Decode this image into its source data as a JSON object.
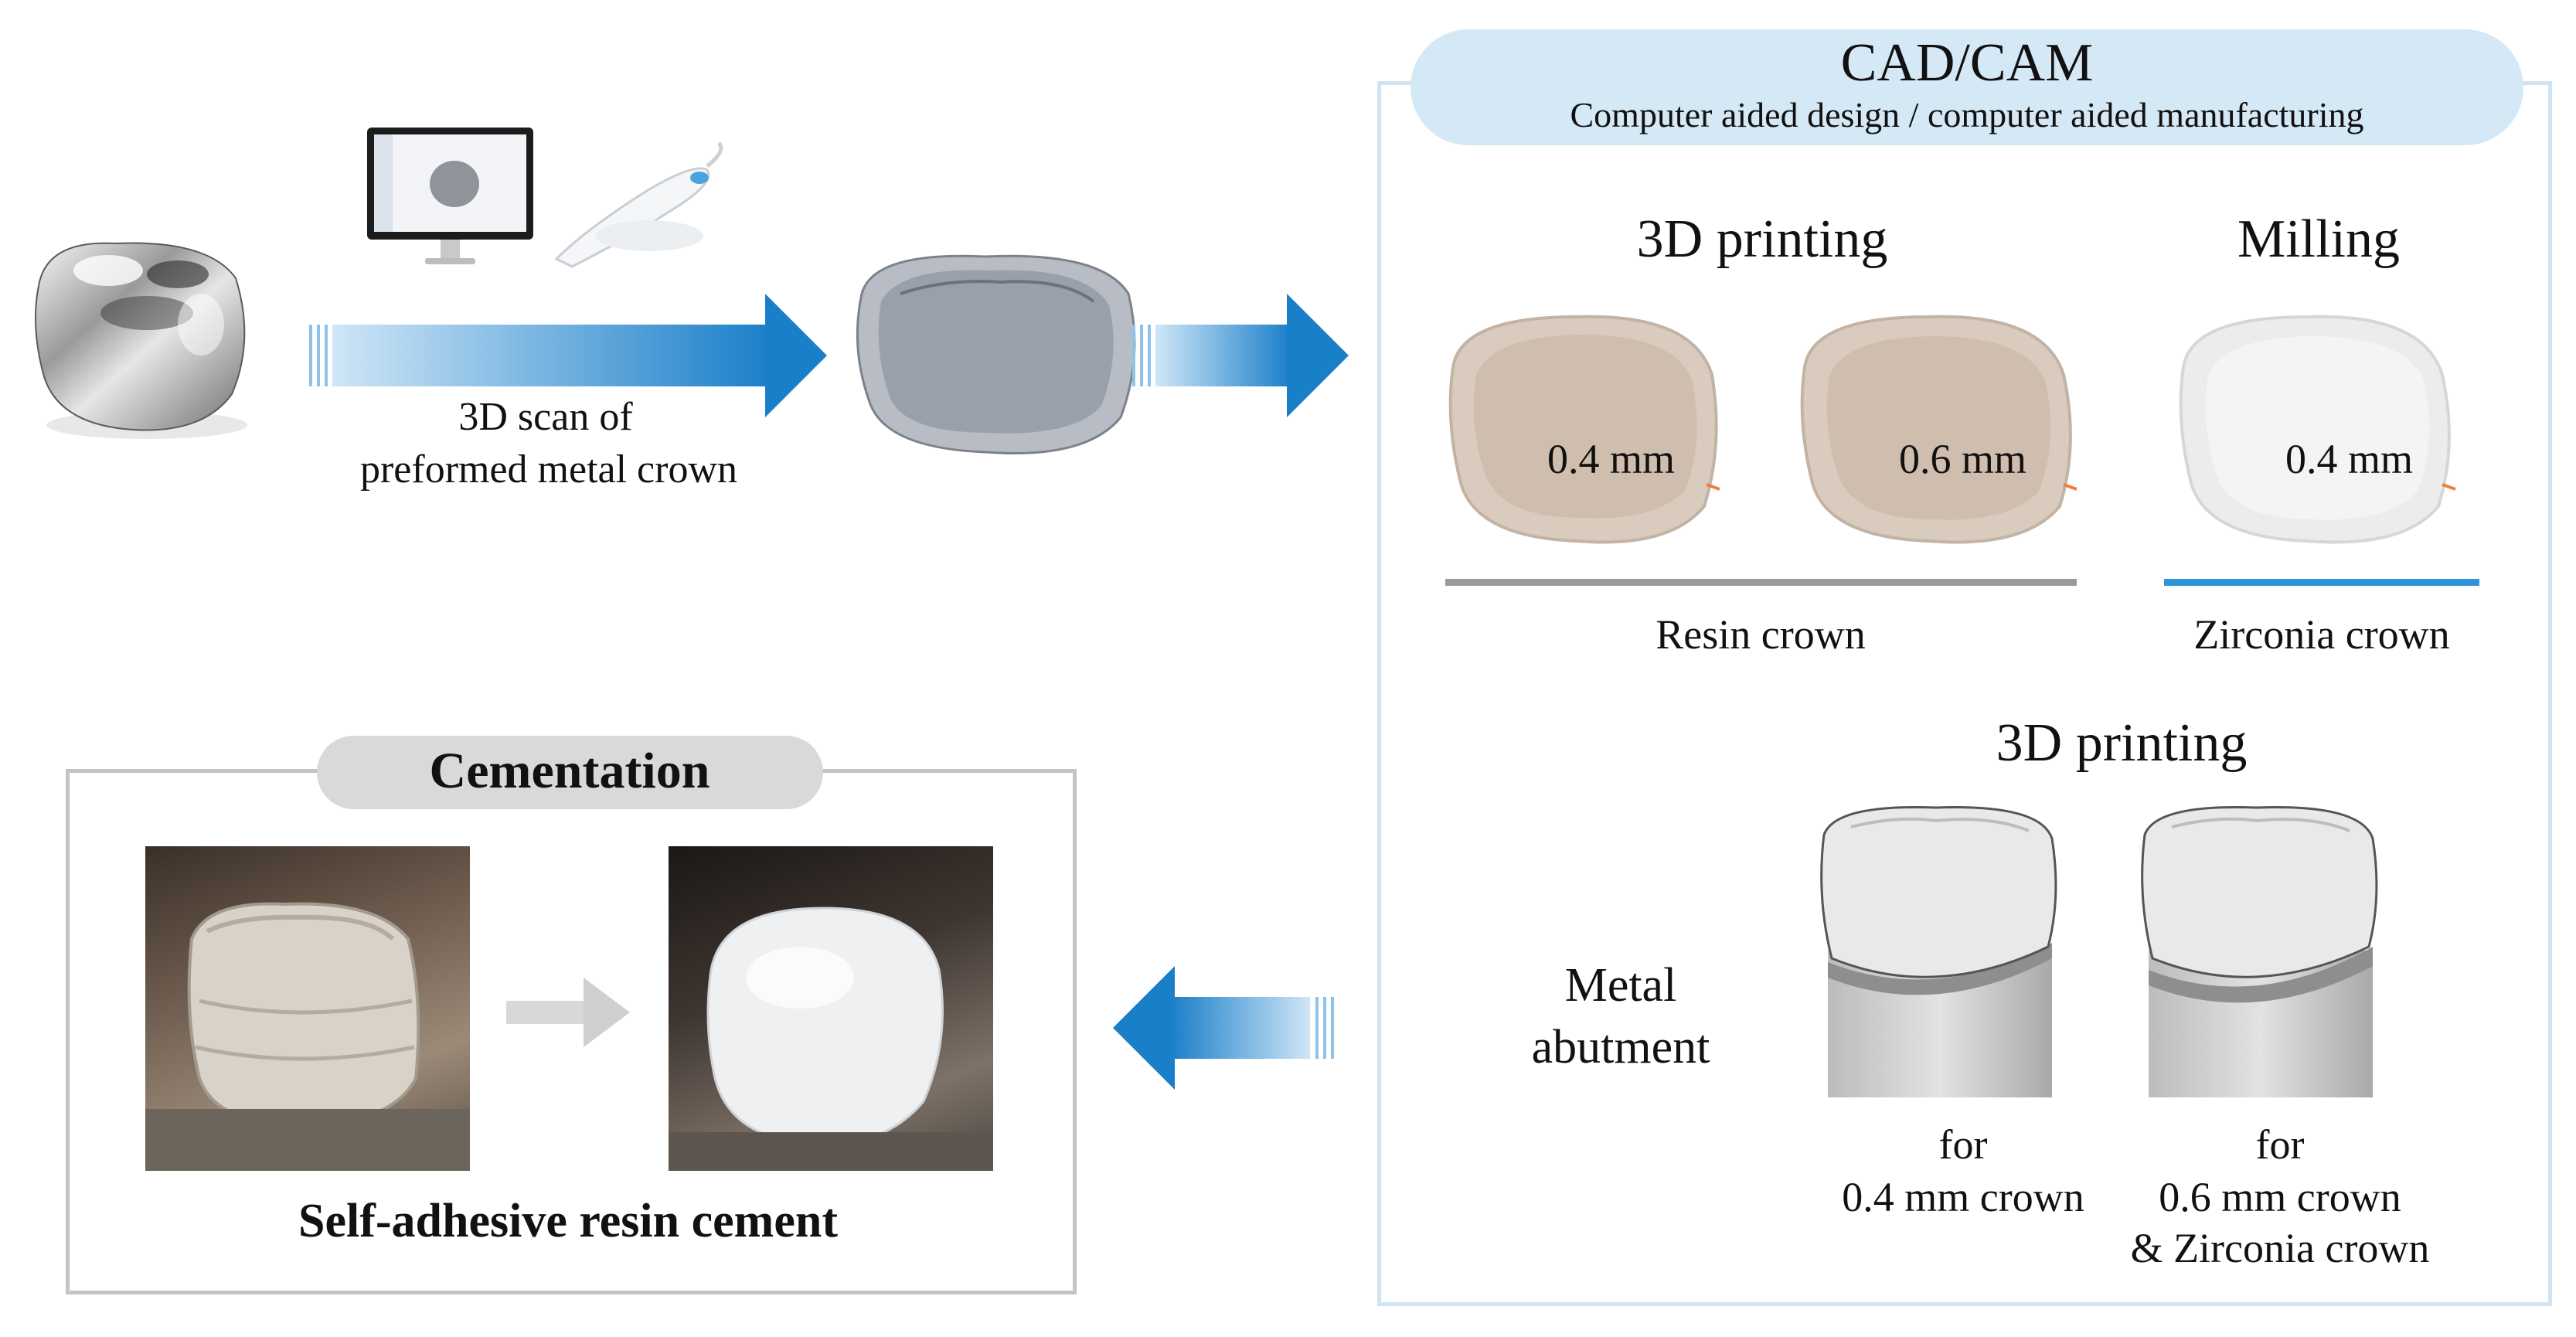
{
  "scan": {
    "caption_line1": "3D scan of",
    "caption_line2": "preformed metal crown"
  },
  "cadcam": {
    "title": "CAD/CAM",
    "subtitle": "Computer aided design / computer aided manufacturing",
    "printing_heading": "3D printing",
    "milling_heading": "Milling",
    "crowns": [
      {
        "thickness": "0.4 mm",
        "tint": "#d9cbbd"
      },
      {
        "thickness": "0.6 mm",
        "tint": "#d9cbbd"
      },
      {
        "thickness": "0.4 mm",
        "tint": "#ececec"
      }
    ],
    "resin_label": "Resin crown",
    "zirconia_label": "Zirconia crown",
    "abutment_heading": "3D printing",
    "metal_label_line1": "Metal",
    "metal_label_line2": "abutment",
    "abutment_a_line1": "for",
    "abutment_a_line2": "0.4 mm crown",
    "abutment_b_line1": "for",
    "abutment_b_line2": "0.6 mm crown",
    "abutment_b_line3": "& Zirconia crown"
  },
  "cementation": {
    "title": "Cementation",
    "caption": "Self-adhesive resin cement"
  },
  "colors": {
    "arrow_blue": "#1a7fc9",
    "panel_border": "#cfe3f3",
    "banner_fill": "#d5e8f6",
    "resin_line": "#9a9a9a",
    "zirconia_line": "#2e95d8",
    "cementation_border": "#c4c4c4",
    "cementation_banner": "#d9d9d9"
  }
}
